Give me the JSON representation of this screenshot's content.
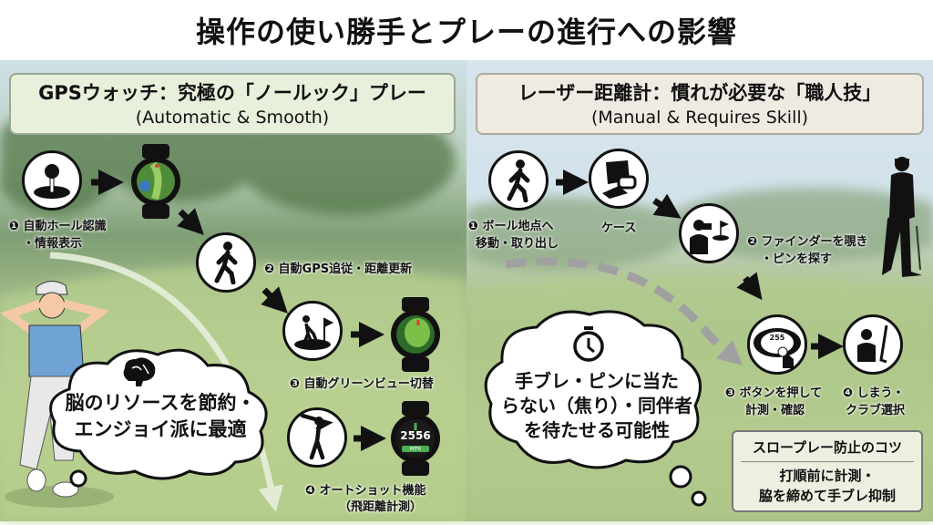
{
  "title": "操作の使い勝手とプレーの進行への影響",
  "left": {
    "header": {
      "line1": "GPSウォッチ：究極の「ノールック」プレー",
      "line2": "(Automatic & Smooth)"
    },
    "steps": [
      {
        "label": [
          "❶ 自動ホール認識",
          "・情報表示"
        ],
        "icon": "golf-hole-icon"
      },
      {
        "label": [
          "❷ 自動GPS追従・距離更新"
        ],
        "icon": "walking-person-icon"
      },
      {
        "label": [
          "❸ 自動グリーンビュー切替"
        ],
        "icon": "putting-golfer-icon"
      },
      {
        "label": [
          "❹ オートショット機能",
          "（飛距離計測）"
        ],
        "icon": "swinging-golfer-icon"
      }
    ],
    "watch_display": "2556",
    "watch_sub": "M/FR",
    "cloud": {
      "icon": "brain-icon",
      "lines": [
        "脳のリソースを節約・",
        "エンジョイ派に最適"
      ]
    }
  },
  "right": {
    "header": {
      "line1": "レーザー距離計：慣れが必要な「職人技」",
      "line2": "(Manual & Requires Skill)"
    },
    "steps": [
      {
        "label": [
          "❶ ボール地点へ",
          "移動・取り出し"
        ],
        "icon": "walking-person-icon"
      },
      {
        "label": [
          "ケース"
        ],
        "icon": "rangefinder-case-icon"
      },
      {
        "label": [
          "❷ ファインダーを覗き",
          "・ピンを探す"
        ],
        "icon": "looking-through-finder-icon"
      },
      {
        "label": [
          "❸ ボタンを押して",
          "計測・確認"
        ],
        "icon": "press-button-icon"
      },
      {
        "label": [
          "❹ しまう・",
          "クラブ選択"
        ],
        "icon": "club-select-icon"
      }
    ],
    "finder_display": "255",
    "cloud": {
      "icon": "stopwatch-icon",
      "lines": [
        "手ブレ・ピンに当た",
        "らない（焦り）・同伴者",
        "を待たせる可能性"
      ]
    },
    "tip": {
      "title": "スロープレー防止のコツ",
      "lines": [
        "打順前に計測・",
        "脇を締めて手ブレ抑制"
      ]
    }
  },
  "colors": {
    "left_header_bg": "#e8f0dc",
    "right_header_bg": "#efebe3",
    "watch_green": "#4caf50",
    "pin_red": "#e53935"
  }
}
